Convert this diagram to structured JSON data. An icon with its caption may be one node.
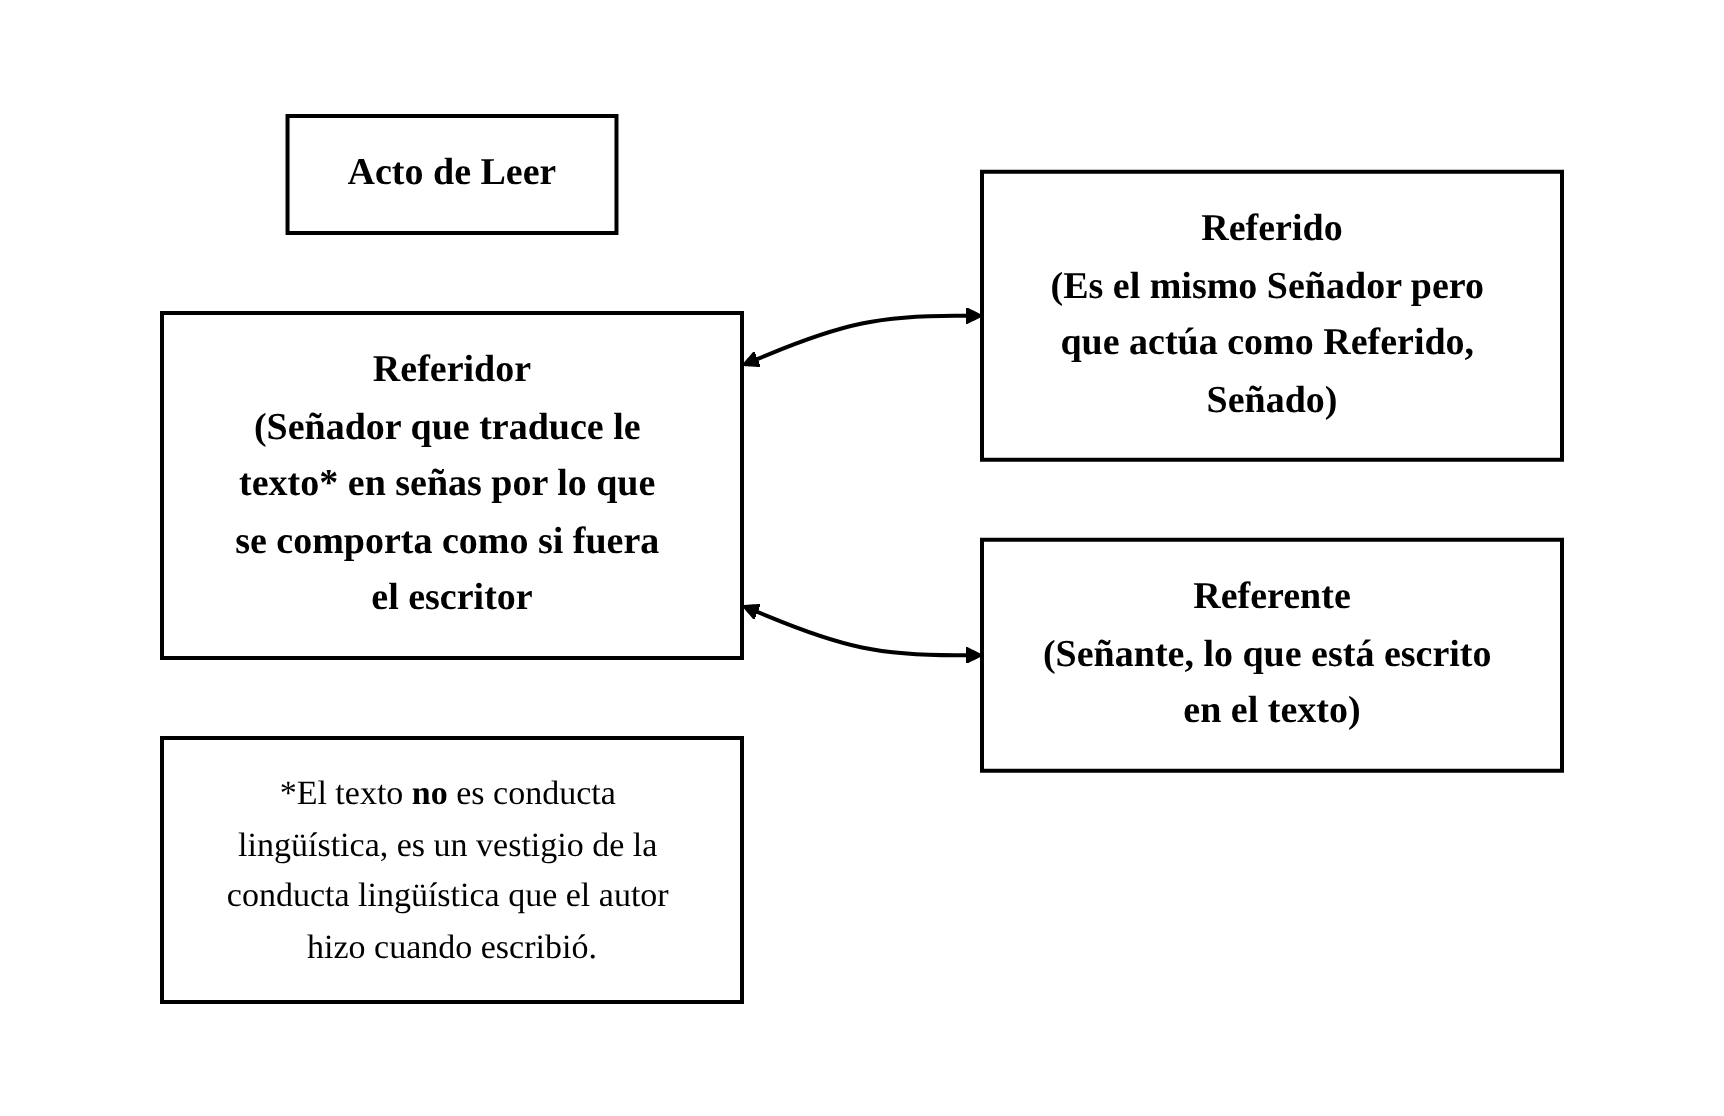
{
  "diagram": {
    "nodes": [
      {
        "text": [
          "Acto de Leer"
        ]
      },
      {
        "text": [
          "Referidor",
          "(Señador que traduce le texto* en señas por lo que se comporta como si fuera el escritor"
        ]
      },
      {
        "text": [
          "Referido",
          "(Es el mismo Señador pero que actúa como Referido, Señado)"
        ]
      },
      {
        "text": [
          "Referente",
          "(Señante, lo que está escrito en el texto)"
        ]
      },
      {
        "text": [
          "*El texto **no** es conducta lingüística, es un vestigio de la conducta lingüística que el autor hizo cuando escribió."
        ]
      }
    ],
    "edges": [
      {
        "from": 1,
        "to": 2,
        "arrow": "both"
      },
      {
        "from": 1,
        "to": 3,
        "arrow": "both"
      }
    ]
  }
}
